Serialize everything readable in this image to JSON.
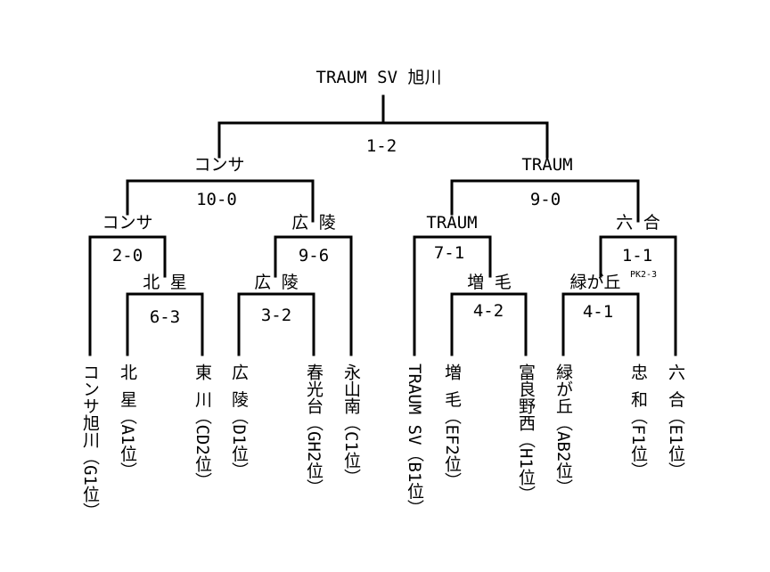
{
  "champion": "TRAUM SV 旭川",
  "final_score": "1-2",
  "semis": [
    {
      "winner": "コンサ",
      "score": "10-0"
    },
    {
      "winner": "TRAUM",
      "score": "9-0"
    }
  ],
  "quarters": [
    {
      "winner": "コンサ",
      "score": "2-0"
    },
    {
      "winner": "広 陵",
      "score": "9-6"
    },
    {
      "winner": "TRAUM",
      "score": "7-1"
    },
    {
      "winner": "六 合",
      "score": "1-1",
      "note": "PK2-3"
    }
  ],
  "round1": [
    {
      "winner": "北 星",
      "score": "6-3"
    },
    {
      "winner": "広 陵",
      "score": "3-2"
    },
    {
      "winner": "増 毛",
      "score": "4-2"
    },
    {
      "winner": "緑が丘",
      "score": "4-1"
    }
  ],
  "teams": [
    "コンサ旭川（G1位）",
    "北 星（A1位）",
    "東 川（CD2位）",
    "広 陵（D1位）",
    "春光台（GH2位）",
    "永山南（C1位）",
    "TRAUM SV（B1位）",
    "増 毛（EF2位）",
    "富良野西（H1位）",
    "緑が丘（AB2位）",
    "忠 和（F1位）",
    "六 合（E1位）"
  ]
}
